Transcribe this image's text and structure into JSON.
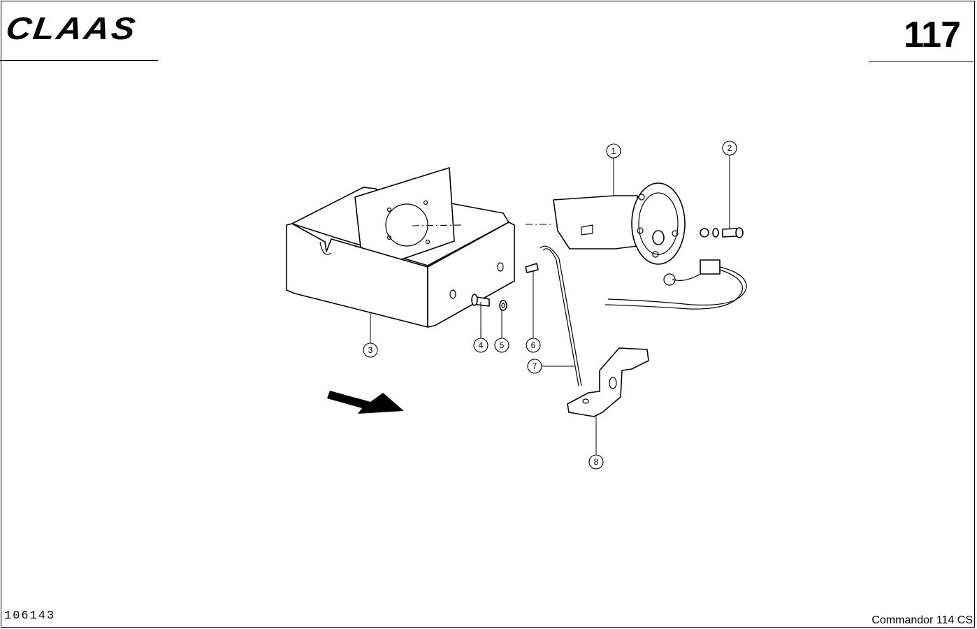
{
  "header": {
    "brand": "CLAAS",
    "page_number": "117"
  },
  "footer": {
    "drawing_number": "106143",
    "model": "Commandor 114 CS"
  },
  "callouts": [
    "1",
    "2",
    "3",
    "4",
    "5",
    "6",
    "7",
    "8"
  ]
}
